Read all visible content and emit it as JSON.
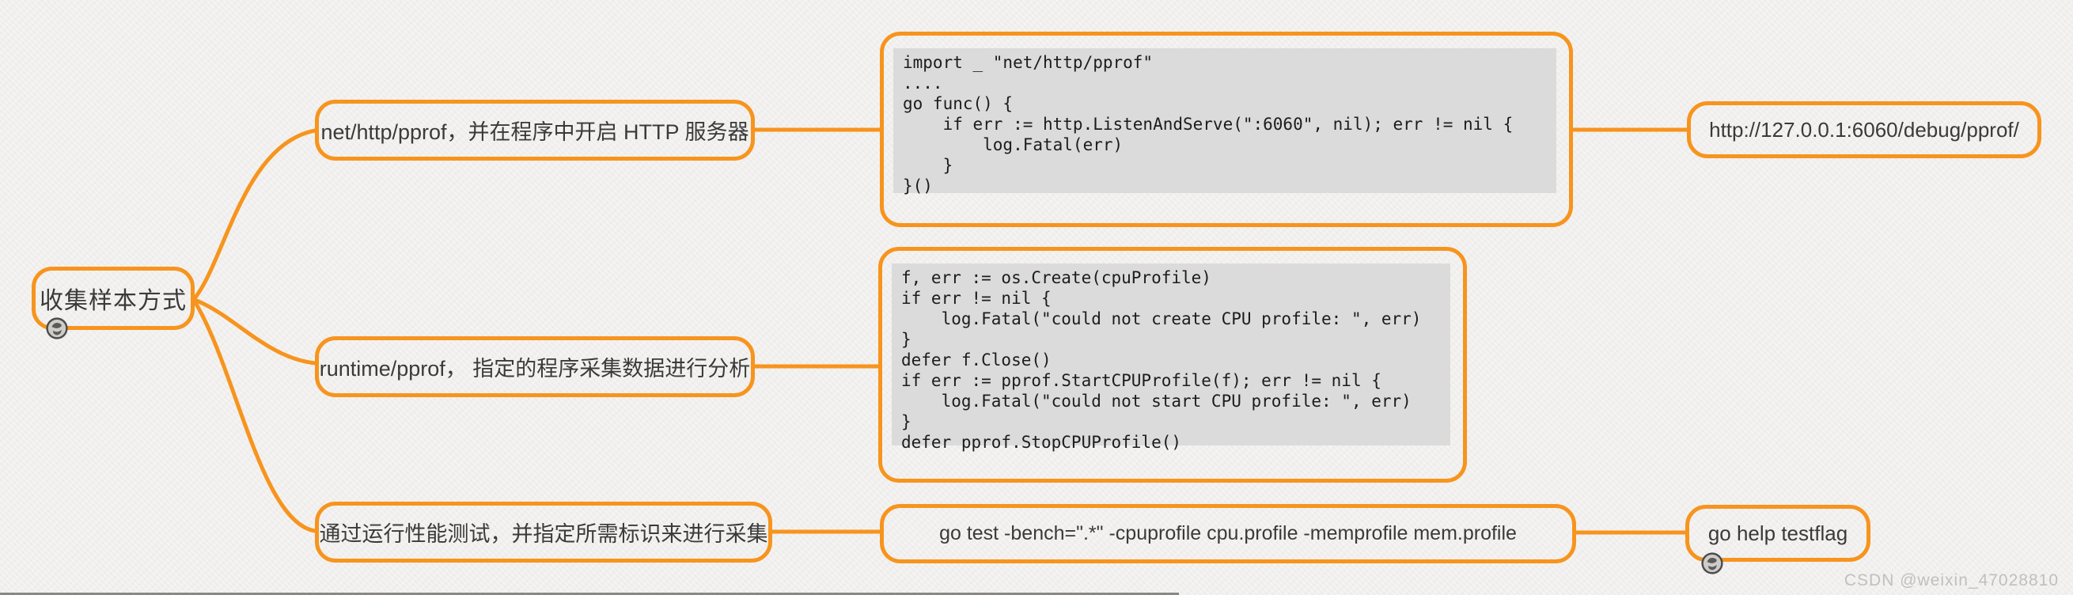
{
  "colors": {
    "accent": "#F7941E",
    "code_background": "#DBDBDB",
    "topic_text": "#3A3A3A",
    "canvas_background": "#F1F0EE",
    "watermark_text": "#C2BFBB"
  },
  "mindmap": {
    "root": {
      "label": "收集样本方式",
      "marker": "note-marker-icon"
    },
    "branches": [
      {
        "label": "net/http/pprof，并在程序中开启 HTTP 服务器",
        "children": [
          {
            "type": "code",
            "lines": [
              "import _ \"net/http/pprof\"",
              "....",
              "go func() {",
              "    if err := http.ListenAndServe(\":6060\", nil); err != nil {",
              "        log.Fatal(err)",
              "    }",
              "}()"
            ]
          },
          {
            "type": "text",
            "label": "http://127.0.0.1:6060/debug/pprof/"
          }
        ]
      },
      {
        "label": "runtime/pprof， 指定的程序采集数据进行分析",
        "children": [
          {
            "type": "code",
            "lines": [
              "f, err := os.Create(cpuProfile)",
              "if err != nil {",
              "    log.Fatal(\"could not create CPU profile: \", err)",
              "}",
              "defer f.Close()",
              "if err := pprof.StartCPUProfile(f); err != nil {",
              "    log.Fatal(\"could not start CPU profile: \", err)",
              "}",
              "defer pprof.StopCPUProfile()"
            ]
          }
        ]
      },
      {
        "label": "通过运行性能测试，并指定所需标识来进行采集",
        "children": [
          {
            "type": "text",
            "label": "go test -bench=\".*\" -cpuprofile cpu.profile -memprofile mem.profile"
          },
          {
            "type": "text",
            "label": "go help testflag",
            "marker": "note-marker-icon"
          }
        ]
      }
    ]
  },
  "watermark": {
    "text": "CSDN @weixin_47028810"
  }
}
